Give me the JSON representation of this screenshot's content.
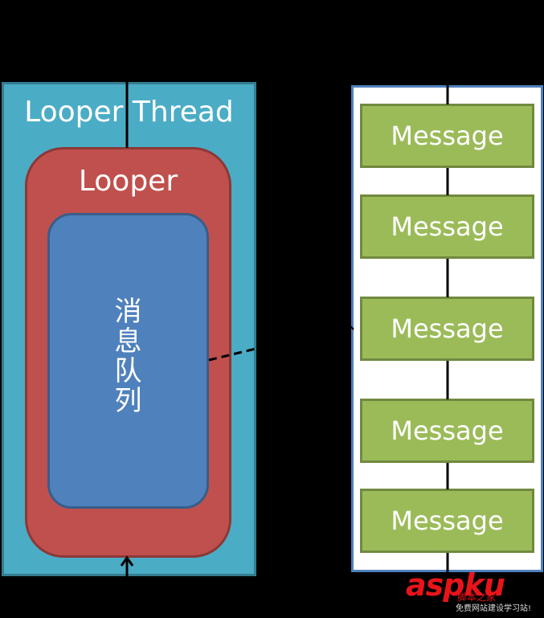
{
  "diagram": {
    "thread_title": "Looper Thread",
    "looper_title": "Looper",
    "queue_chars": [
      "消",
      "息",
      "队",
      "列"
    ],
    "messages": [
      "Message",
      "Message",
      "Message",
      "Message",
      "Message"
    ]
  },
  "watermark": {
    "brand": "aspku",
    "domain_line": "脚本之家",
    "slogan": "免费网站建设学习站!"
  },
  "colors": {
    "background": "#000000",
    "thread": "#4bacc6",
    "looper": "#c0504d",
    "queue": "#4f81bd",
    "message": "#9bbb59",
    "list_bg": "#ffffff",
    "watermark": "#e8141a"
  }
}
